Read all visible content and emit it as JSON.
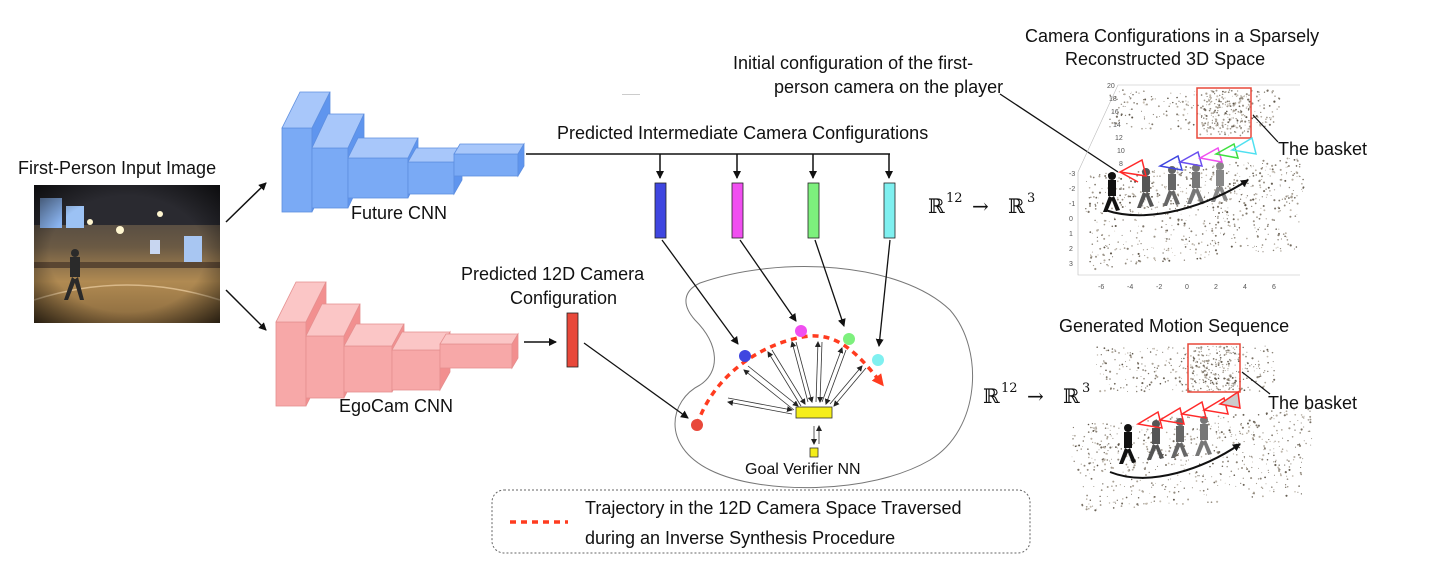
{
  "labels": {
    "input_image": "First-Person Input Image",
    "future_cnn": "Future CNN",
    "egocam_cnn": "EgoCam CNN",
    "predicted_intermediate": "Predicted Intermediate Camera Configurations",
    "predicted_12d_line1": "Predicted 12D Camera",
    "predicted_12d_line2": "Configuration",
    "goal_verifier": "Goal Verifier NN",
    "initial_config_line1": "Initial configuration of the first-",
    "initial_config_line2": "person camera on the player",
    "camera_configs_title_line1": "Camera Configurations in a Sparsely",
    "camera_configs_title_line2": "Reconstructed 3D Space",
    "generated_motion": "Generated Motion Sequence",
    "basket_top": "The basket",
    "basket_bottom": "The basket",
    "legend_line1": "Trajectory in the 12D Camera Space Traversed",
    "legend_line2": "during an Inverse Synthesis Procedure"
  },
  "math": {
    "top": {
      "base1": "ℝ",
      "sup1": "12",
      "arrow": "→",
      "base2": "ℝ",
      "sup2": "3"
    },
    "bottom": {
      "base1": "ℝ",
      "sup1": "12",
      "arrow": "→",
      "base2": "ℝ",
      "sup2": "3"
    }
  },
  "plot_ticks": {
    "z": [
      "20",
      "18",
      "16",
      "14",
      "12",
      "10",
      "8"
    ],
    "y": [
      "-3",
      "-2",
      "-1",
      "0",
      "1",
      "2",
      "3"
    ],
    "x": [
      "-6",
      "-4",
      "-2",
      "0",
      "2",
      "4",
      "6"
    ]
  },
  "colors": {
    "future_cnn": "#7aaaf5",
    "egocam_cnn": "#f7a8a8",
    "bar_blue": "#3f46e0",
    "bar_magenta": "#f04ff0",
    "bar_green": "#7df07d",
    "bar_cyan": "#7ff0f0",
    "bar_red": "#e8483a",
    "trajectory": "#ff3b1f",
    "goal_verifier": "#f5ee1a"
  }
}
